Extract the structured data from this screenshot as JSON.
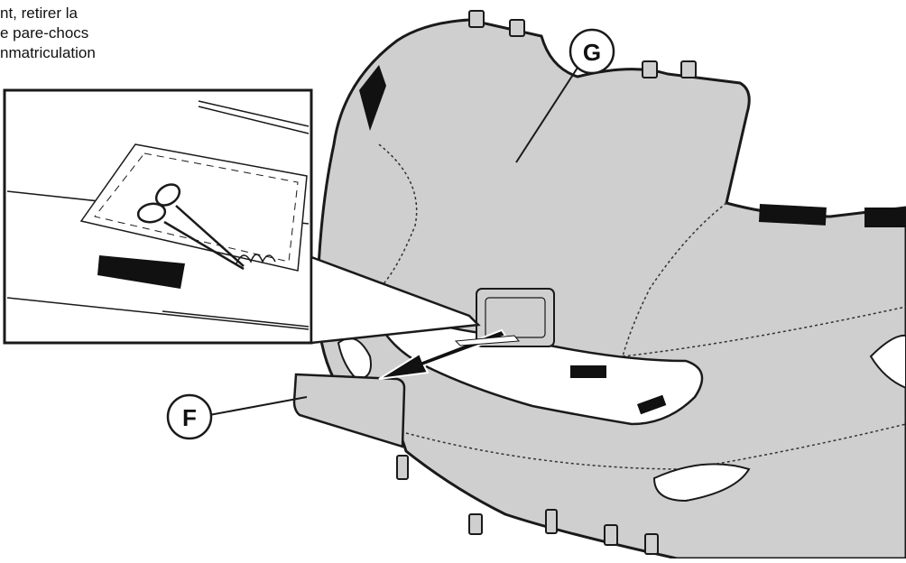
{
  "instruction_lines": [
    "nt, retirer la",
    "e pare-chocs",
    "nmatriculation"
  ],
  "callouts": {
    "g": "G",
    "f": "F"
  },
  "colors": {
    "cover": "#cfcfcf",
    "outline": "#1a1a1a",
    "tape": "#111111",
    "inset_border": "#1a1a1a"
  }
}
